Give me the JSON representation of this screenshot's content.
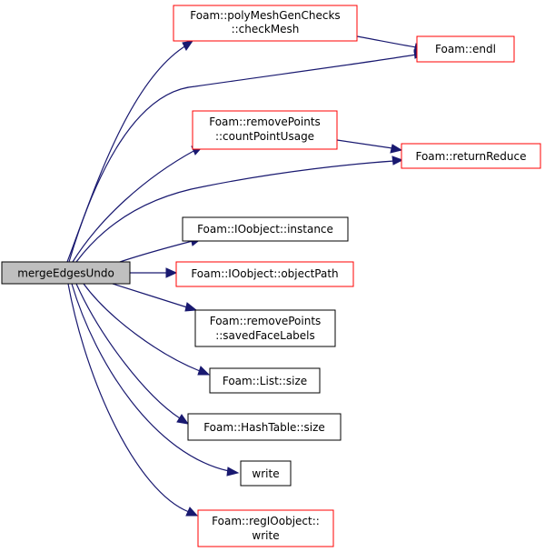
{
  "graph": {
    "root": {
      "label": "mergeEdgesUndo"
    },
    "nodes": [
      {
        "id": "checkMesh",
        "lines": [
          "Foam::polyMeshGenChecks",
          "::checkMesh"
        ],
        "color": "#ff0000"
      },
      {
        "id": "endl",
        "lines": [
          "Foam::endl"
        ],
        "color": "#ff0000"
      },
      {
        "id": "countPointUsage",
        "lines": [
          "Foam::removePoints",
          "::countPointUsage"
        ],
        "color": "#ff0000"
      },
      {
        "id": "returnReduce",
        "lines": [
          "Foam::returnReduce"
        ],
        "color": "#ff0000"
      },
      {
        "id": "instance",
        "lines": [
          "Foam::IOobject::instance"
        ],
        "color": "#000000"
      },
      {
        "id": "objectPath",
        "lines": [
          "Foam::IOobject::objectPath"
        ],
        "color": "#ff0000"
      },
      {
        "id": "savedFaceLabels",
        "lines": [
          "Foam::removePoints",
          "::savedFaceLabels"
        ],
        "color": "#000000"
      },
      {
        "id": "listSize",
        "lines": [
          "Foam::List::size"
        ],
        "color": "#000000"
      },
      {
        "id": "hashSize",
        "lines": [
          "Foam::HashTable::size"
        ],
        "color": "#000000"
      },
      {
        "id": "write",
        "lines": [
          "write"
        ],
        "color": "#000000"
      },
      {
        "id": "regWrite",
        "lines": [
          "Foam::regIOobject::",
          "write"
        ],
        "color": "#ff0000"
      }
    ],
    "edges": [
      {
        "from": "mergeEdgesUndo",
        "to": "checkMesh"
      },
      {
        "from": "mergeEdgesUndo",
        "to": "endl"
      },
      {
        "from": "mergeEdgesUndo",
        "to": "countPointUsage"
      },
      {
        "from": "mergeEdgesUndo",
        "to": "returnReduce"
      },
      {
        "from": "mergeEdgesUndo",
        "to": "instance"
      },
      {
        "from": "mergeEdgesUndo",
        "to": "objectPath"
      },
      {
        "from": "mergeEdgesUndo",
        "to": "savedFaceLabels"
      },
      {
        "from": "mergeEdgesUndo",
        "to": "listSize"
      },
      {
        "from": "mergeEdgesUndo",
        "to": "hashSize"
      },
      {
        "from": "mergeEdgesUndo",
        "to": "write"
      },
      {
        "from": "mergeEdgesUndo",
        "to": "regWrite"
      },
      {
        "from": "checkMesh",
        "to": "endl"
      },
      {
        "from": "countPointUsage",
        "to": "returnReduce"
      }
    ],
    "colors": {
      "edge": "#191970",
      "link_border": "#ff0000",
      "plain_border": "#000000",
      "root_fill": "#bfbfbf"
    }
  }
}
